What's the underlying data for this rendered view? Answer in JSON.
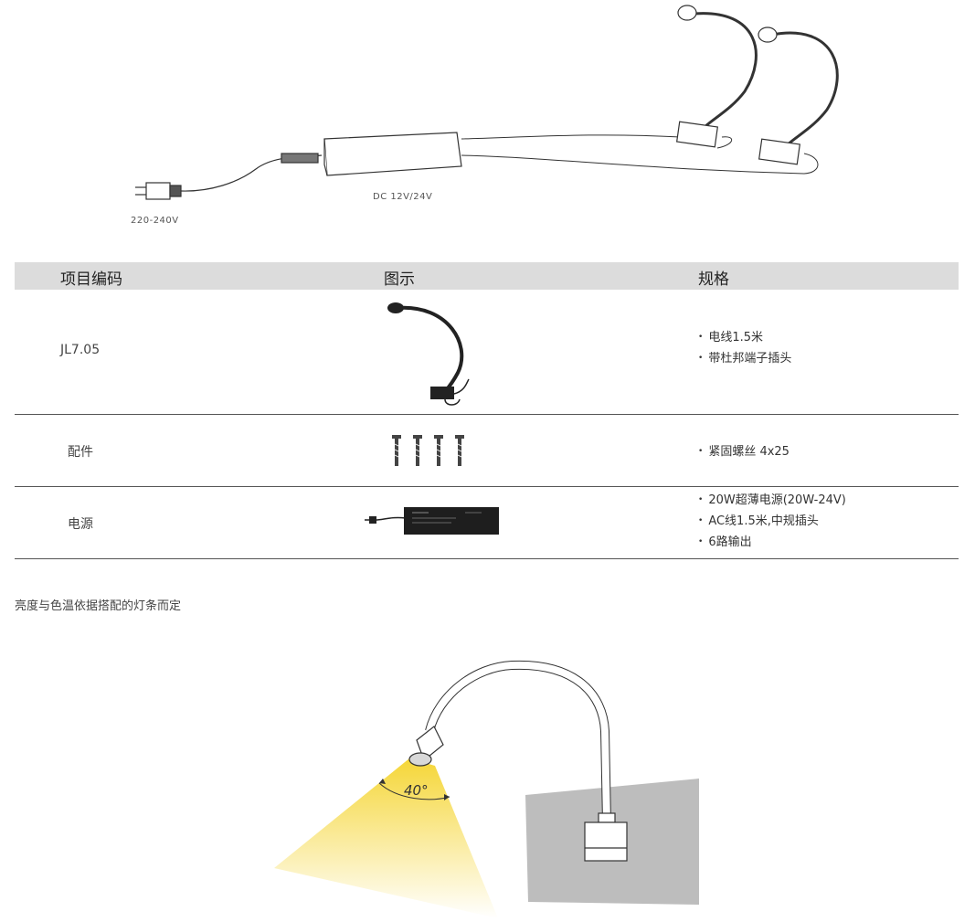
{
  "diagram": {
    "plug_voltage": "220-240V",
    "driver_output": "DC 12V/24V"
  },
  "table": {
    "headers": {
      "code": "项目编码",
      "image": "图示",
      "spec": "规格"
    },
    "rows": [
      {
        "code": "JL7.05",
        "image_icon": "gooseneck-lamp-icon",
        "specs": [
          "电线1.5米",
          "带杜邦端子插头"
        ]
      },
      {
        "code": "配件",
        "image_icon": "screws-icon",
        "specs": [
          "紧固螺丝 4x25"
        ]
      },
      {
        "code": "电源",
        "image_icon": "power-supply-icon",
        "specs": [
          "20W超薄电源(20W-24V)",
          "AC线1.5米,中规插头",
          "6路输出"
        ]
      }
    ]
  },
  "note": "亮度与色温依据搭配的灯条而定",
  "beam": {
    "angle_label": "40°",
    "light_color": "#f5d637",
    "wall_color": "#bdbdbd"
  }
}
